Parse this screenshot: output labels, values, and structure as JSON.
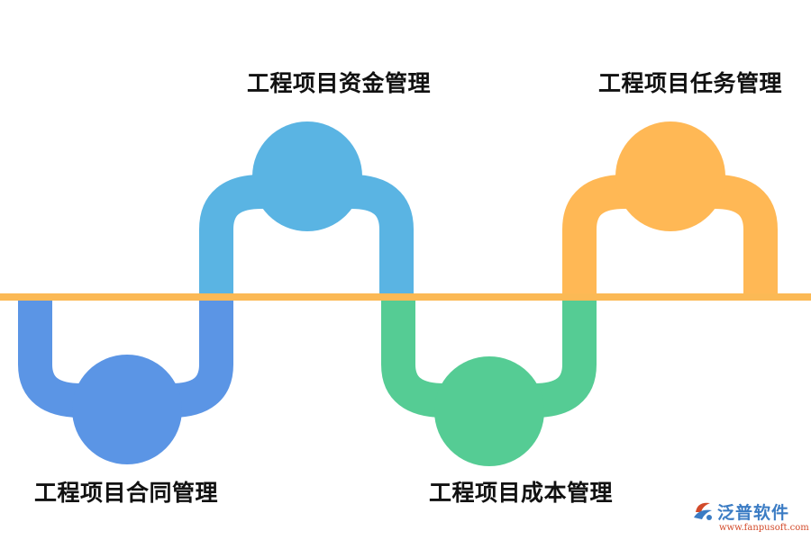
{
  "diagram": {
    "nodes_top": [
      {
        "label": "工程项目资金管理",
        "color": "#5AB4E3"
      },
      {
        "label": "工程项目任务管理",
        "color": "#FFB855"
      }
    ],
    "nodes_bottom": [
      {
        "label": "工程项目合同管理",
        "color": "#5B95E5"
      },
      {
        "label": "工程项目成本管理",
        "color": "#55CC94"
      }
    ],
    "axis_color": "#FBB955"
  },
  "logo": {
    "name": "泛普软件",
    "url": "www.fanpusoft.com",
    "brand_color": "#3b7cc4",
    "accent_color": "#d24a2a"
  }
}
